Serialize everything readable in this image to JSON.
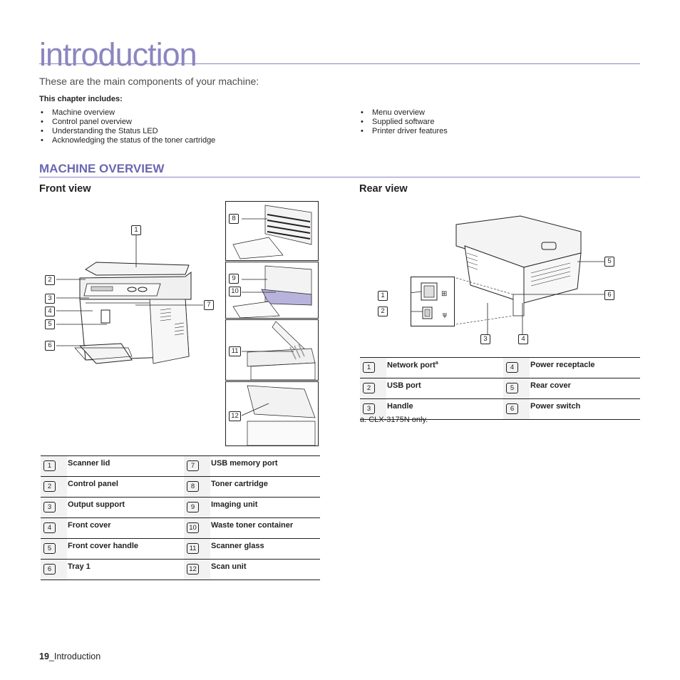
{
  "page": {
    "title": "introduction",
    "subtitle": "These are the main components of your machine:",
    "chapter_label": "This chapter includes:",
    "chapter_items_left": [
      "Machine overview",
      "Control panel overview",
      "Understanding the Status LED",
      "Acknowledging the status of the toner cartridge"
    ],
    "chapter_items_right": [
      "Menu overview",
      "Supplied software",
      "Printer driver features"
    ],
    "section_heading": "MACHINE OVERVIEW",
    "footer_page": "19",
    "footer_text": "_Introduction"
  },
  "front_view": {
    "heading": "Front view",
    "callouts": [
      "1",
      "2",
      "3",
      "4",
      "5",
      "6",
      "7",
      "8",
      "9",
      "10",
      "11",
      "12"
    ],
    "parts": [
      {
        "num": "1",
        "label": "Scanner lid",
        "num2": "7",
        "label2": "USB memory port"
      },
      {
        "num": "2",
        "label": "Control panel",
        "num2": "8",
        "label2": "Toner cartridge"
      },
      {
        "num": "3",
        "label": "Output support",
        "num2": "9",
        "label2": "Imaging unit"
      },
      {
        "num": "4",
        "label": "Front cover",
        "num2": "10",
        "label2": "Waste toner container"
      },
      {
        "num": "5",
        "label": "Front cover handle",
        "num2": "11",
        "label2": "Scanner glass"
      },
      {
        "num": "6",
        "label": "Tray 1",
        "num2": "12",
        "label2": "Scan unit"
      }
    ]
  },
  "rear_view": {
    "heading": "Rear view",
    "callouts": [
      "1",
      "2",
      "3",
      "4",
      "5",
      "6"
    ],
    "parts": [
      {
        "num": "1",
        "label": "Network port",
        "sup": "a",
        "num2": "4",
        "label2": "Power receptacle"
      },
      {
        "num": "2",
        "label": "USB port",
        "sup": "",
        "num2": "5",
        "label2": "Rear cover"
      },
      {
        "num": "3",
        "label": "Handle",
        "sup": "",
        "num2": "6",
        "label2": "Power switch"
      }
    ],
    "footnote": "a. CLX-3175N only."
  },
  "colors": {
    "accent": "#8c85c0",
    "heading": "#6b67b0",
    "text": "#231f20"
  }
}
